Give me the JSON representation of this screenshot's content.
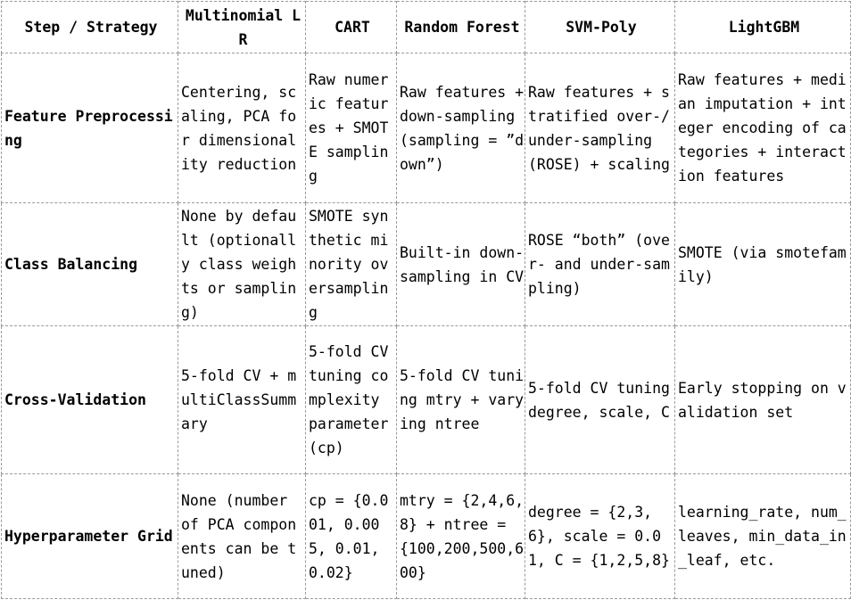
{
  "table": {
    "headers": [
      "Step / Strategy",
      "Multinomial LR",
      "CART",
      "Random Forest",
      "SVM-Poly",
      "LightGBM"
    ],
    "rows": [
      {
        "label": "Feature Preprocessing",
        "cells": [
          "Centering, scaling, PCA for dimensionality reduction",
          "Raw numeric features + SMOTE sampling",
          "Raw features + down-sampling (sampling = ”down”)",
          "Raw features + stratified over-/under-sampling (ROSE) + scaling",
          "Raw features + median imputation + integer encoding of categories + interaction features"
        ]
      },
      {
        "label": "Class Balancing",
        "cells": [
          "None by default (optionally class weights or sampling)",
          "SMOTE synthetic minority oversampling",
          "Built-in down-sampling in CV",
          "ROSE “both” (over- and under-sampling)",
          "SMOTE (via smotefamily)"
        ]
      },
      {
        "label": "Cross-Validation",
        "cells": [
          "5-fold CV + multiClassSummary",
          "5-fold CV tuning complexity parameter (cp)",
          "5-fold CV tuning mtry + varying ntree",
          "5-fold CV tuning degree, scale, C",
          "Early stopping on validation set"
        ]
      },
      {
        "label": "Hyperparameter Grid",
        "cells": [
          "None (number of PCA components can be tuned)",
          "cp = {0.001, 0.005, 0.01, 0.02}",
          "mtry = {2,4,6,8} + ntree = {100,200,500,600}",
          "degree = {2,3,6}, scale = 0.01, C = {1,2,5,8}",
          "learning_rate, num_leaves, min_data_in_leaf, etc."
        ]
      }
    ]
  }
}
